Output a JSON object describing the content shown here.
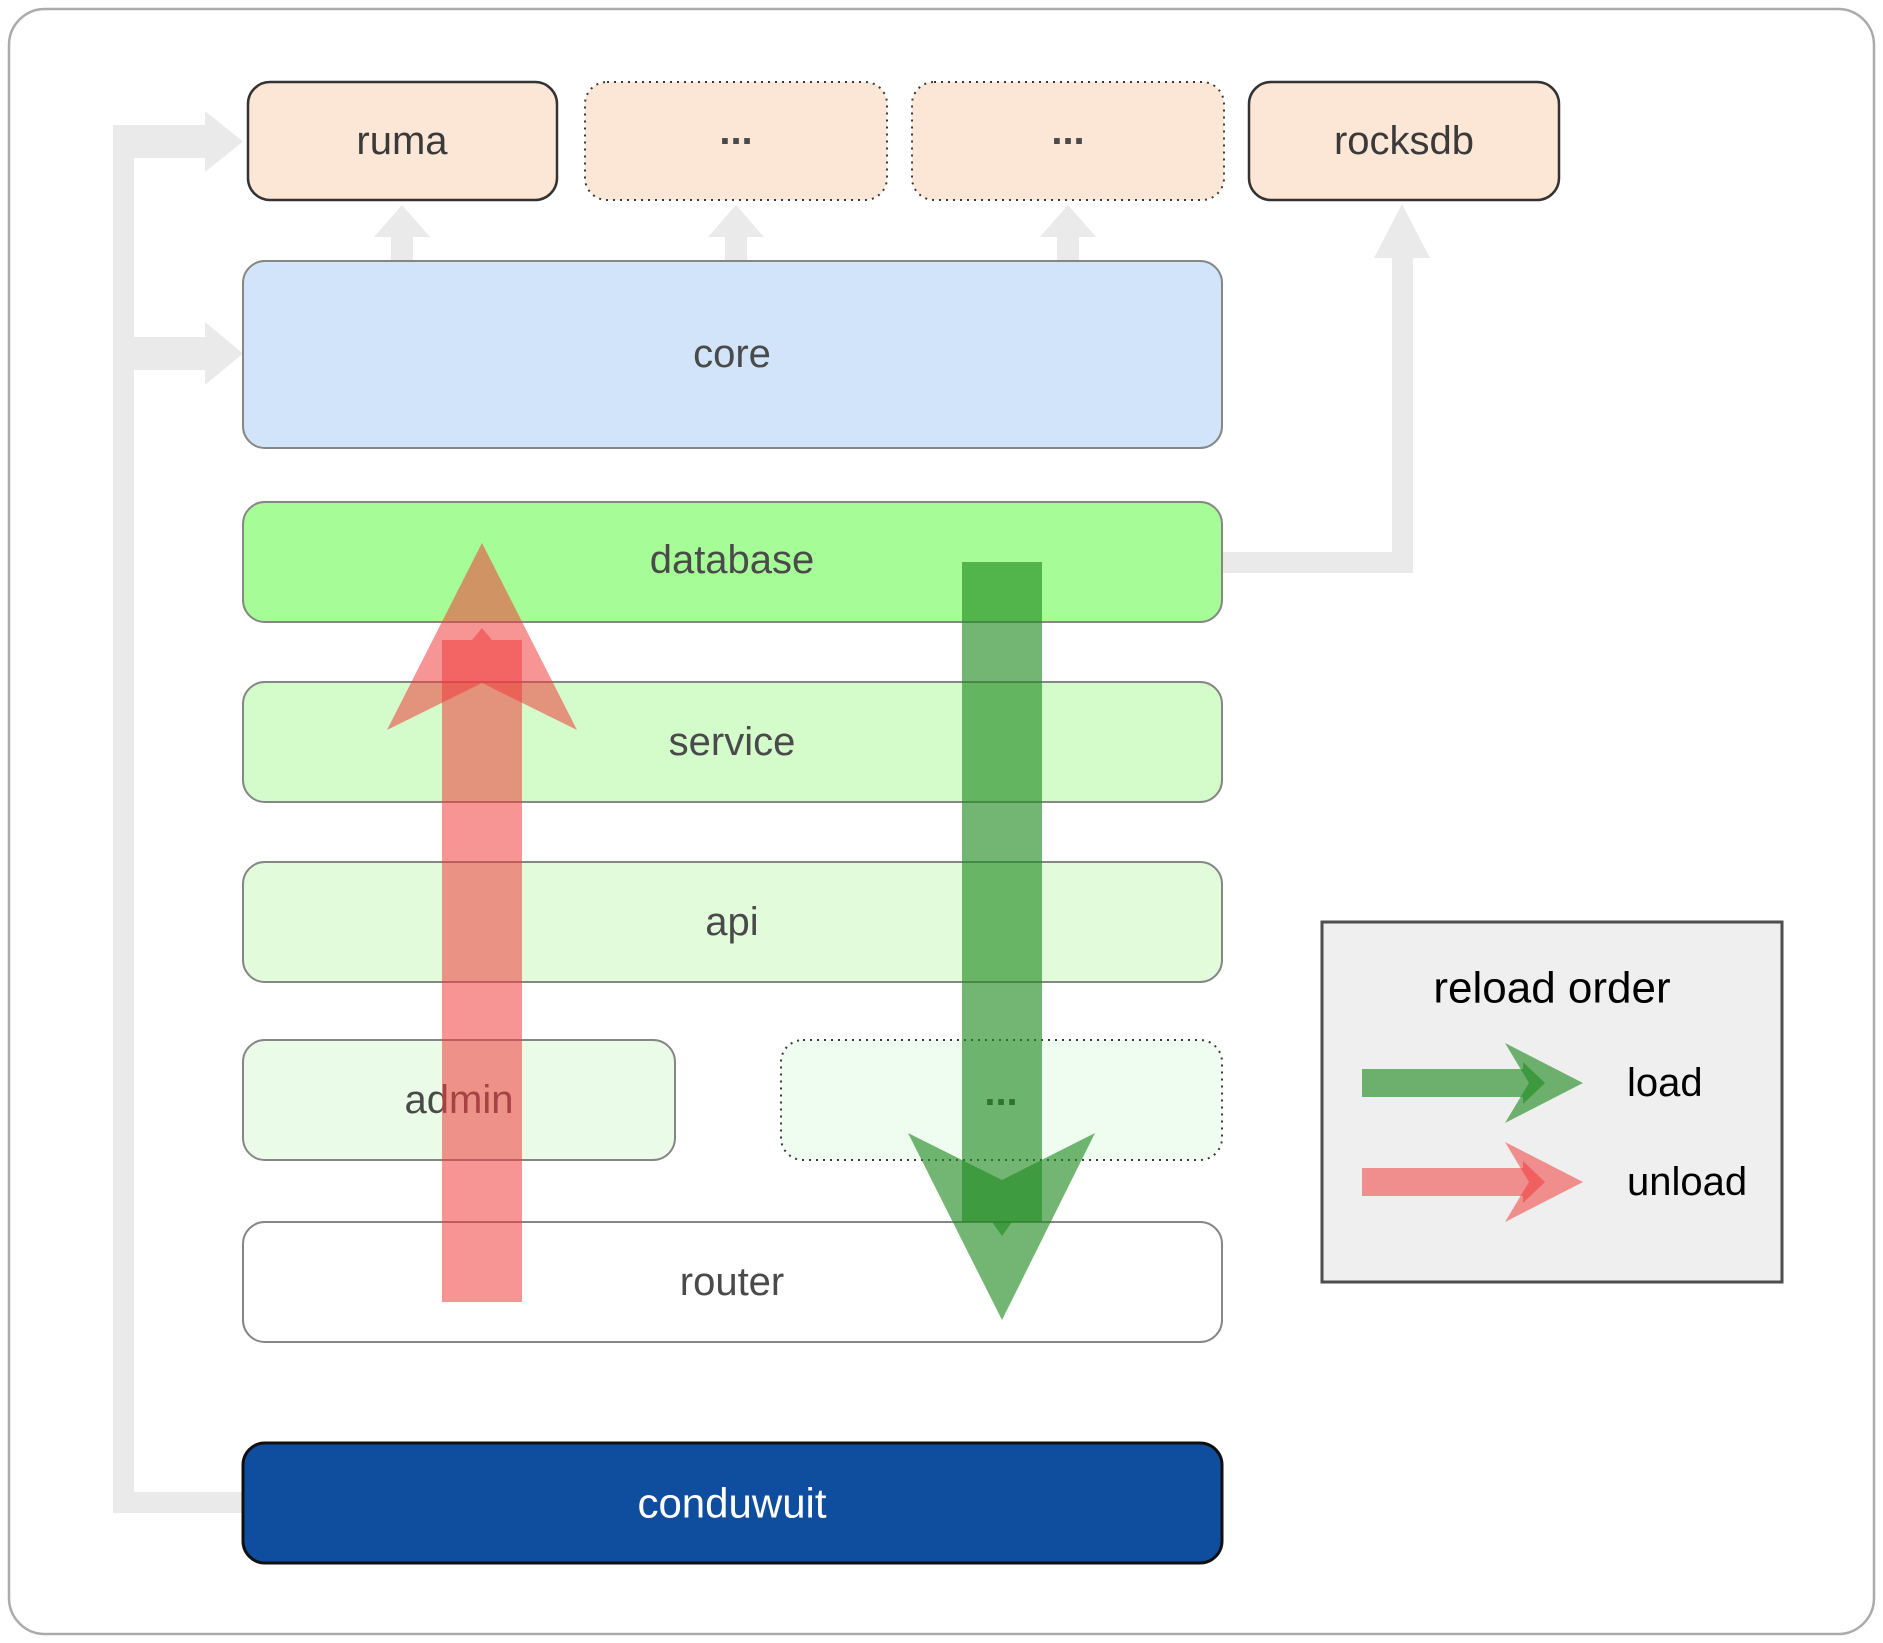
{
  "diagram": {
    "top_row": {
      "ruma": "ruma",
      "ellipsis_a": "...",
      "ellipsis_b": "...",
      "rocksdb": "rocksdb"
    },
    "layers": {
      "core": "core",
      "database": "database",
      "service": "service",
      "api": "api",
      "admin": "admin",
      "admin_ellipsis": "...",
      "router": "router",
      "conduwuit": "conduwuit"
    },
    "legend": {
      "title": "reload order",
      "load_label": "load",
      "unload_label": "unload"
    },
    "colors": {
      "peach": "#fce6d5",
      "core_blue": "#d2e4fa",
      "database_green": "#a6fc96",
      "service_green": "#d3fcca",
      "api_green": "#e2fcdb",
      "admin_green": "#eafbe7",
      "ellipsis_green": "#effdf1",
      "router_white": "#ffffff",
      "conduwuit_navy": "#0f4e9e",
      "load_arrow": "#228b22",
      "unload_arrow": "#f03c3c",
      "connector_gray": "#eaeaea",
      "legend_bg": "#efefef"
    }
  }
}
